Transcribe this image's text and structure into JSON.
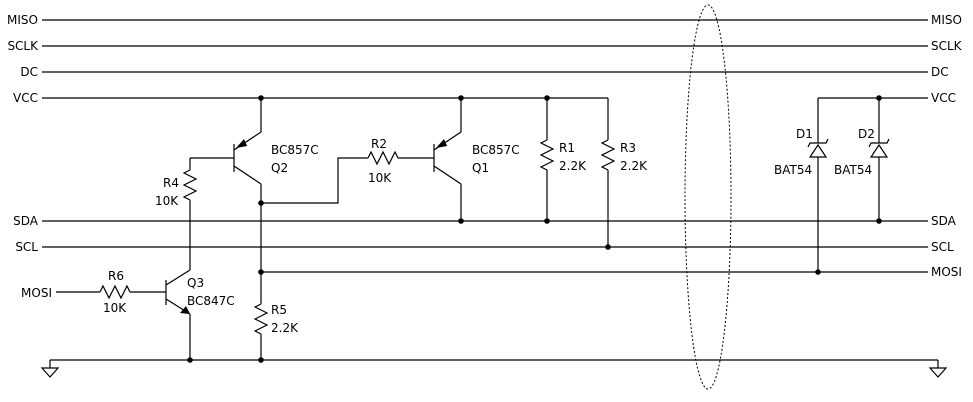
{
  "nets": {
    "miso": "MISO",
    "sclk": "SCLK",
    "dc": "DC",
    "vcc": "VCC",
    "sda": "SDA",
    "scl": "SCL",
    "mosi": "MOSI"
  },
  "components": {
    "q1": {
      "ref": "Q1",
      "part": "BC857C"
    },
    "q2": {
      "ref": "Q2",
      "part": "BC857C"
    },
    "q3": {
      "ref": "Q3",
      "part": "BC847C"
    },
    "r1": {
      "ref": "R1",
      "value": "2.2K"
    },
    "r2": {
      "ref": "R2",
      "value": "10K"
    },
    "r3": {
      "ref": "R3",
      "value": "2.2K"
    },
    "r4": {
      "ref": "R4",
      "value": "10K"
    },
    "r5": {
      "ref": "R5",
      "value": "2.2K"
    },
    "r6": {
      "ref": "R6",
      "value": "10K"
    },
    "d1": {
      "ref": "D1",
      "part": "BAT54"
    },
    "d2": {
      "ref": "D2",
      "part": "BAT54"
    }
  }
}
